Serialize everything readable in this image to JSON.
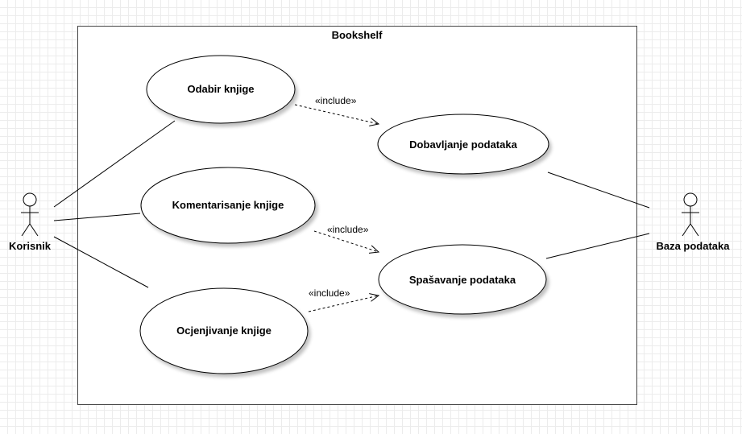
{
  "system": {
    "name": "Bookshelf"
  },
  "actors": {
    "user": "Korisnik",
    "database": "Baza podataka"
  },
  "use_cases": {
    "select_book": "Odabir knjige",
    "comment_book": "Komentarisanje knjige",
    "rate_book": "Ocjenjivanje knjige",
    "fetch_data": "Dobavljanje podataka",
    "save_data": "Spašavanje podataka"
  },
  "relations": {
    "include_fetch": "«include»",
    "include_save_comment": "«include»",
    "include_save_rate": "«include»"
  }
}
